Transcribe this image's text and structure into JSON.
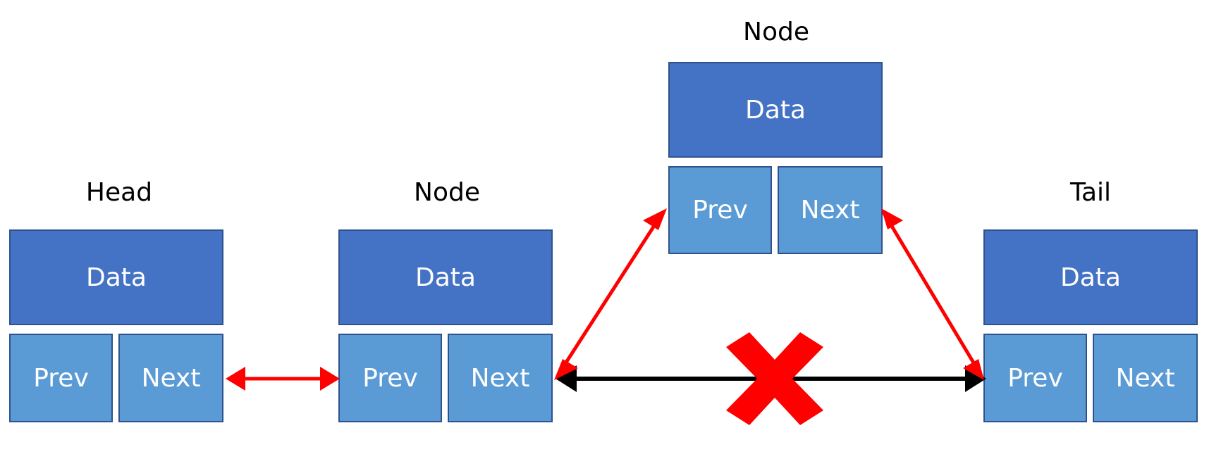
{
  "nodes": {
    "head": {
      "title": "Head",
      "data": "Data",
      "prev": "Prev",
      "next": "Next"
    },
    "node1": {
      "title": "Node",
      "data": "Data",
      "prev": "Prev",
      "next": "Next"
    },
    "node2": {
      "title": "Node",
      "data": "Data",
      "prev": "Prev",
      "next": "Next"
    },
    "tail": {
      "title": "Tail",
      "data": "Data",
      "prev": "Prev",
      "next": "Next"
    }
  },
  "colors": {
    "data_fill": "#4472c4",
    "pointer_fill": "#5b9bd5",
    "new_link": "#ff0000",
    "old_link": "#000000",
    "removed_mark": "#ff0000"
  },
  "icons": {
    "removed_link": "x-mark-icon"
  }
}
